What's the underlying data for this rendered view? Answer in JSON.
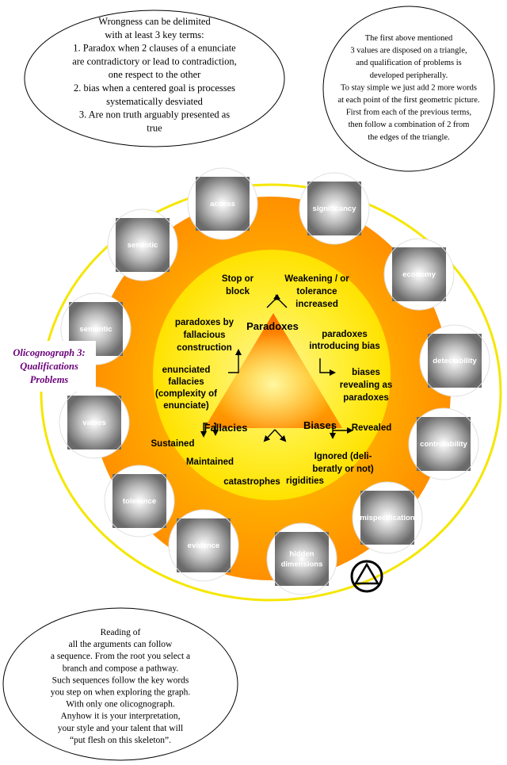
{
  "top_left_note": [
    "Wrongness can be delimited",
    "with at least 3 key terms:",
    "1. Paradox when 2 clauses of a enunciate",
    "are contradictory or lead to contradiction,",
    "one respect  to the other",
    "2. bias when a centered goal is processes",
    "systematically desviated",
    "3. Are non truth arguably presented as",
    "true"
  ],
  "top_right_note": [
    "The first above mentioned",
    "3 values are disposed on a triangle,",
    "and qualification of problems is",
    "developed peripherally.",
    "To stay simple we just add 2 more words",
    "at each point of the first geometric picture.",
    "First from each of the previous terms,",
    "then follow a combination of 2 from",
    "the edges of the triangle."
  ],
  "bottom_note": [
    "Reading of",
    "all the arguments  can follow",
    "a sequence. From the root you select a",
    "branch and compose a pathway.",
    "Such sequences follow the key words",
    "you step on when exploring the graph.",
    "With only one olicognograph.",
    "Anyhow it is your interpretation,",
    "your style and your talent that will",
    "“put flesh on this skeleton”."
  ],
  "caption": [
    "Olicognograph 3:",
    "Qualifications",
    "Problems"
  ],
  "outer_nodes": [
    [
      "access"
    ],
    [
      "significancy"
    ],
    [
      "economy"
    ],
    [
      "detectability"
    ],
    [
      "controlability"
    ],
    [
      "mispecification"
    ],
    [
      "hidden",
      "dimensions"
    ],
    [
      "evidence"
    ],
    [
      "tolerance"
    ],
    [
      "values"
    ],
    [
      "semantic"
    ],
    [
      "semiotic"
    ]
  ],
  "vertices": {
    "top": "Paradoxes",
    "left": "Fallacies",
    "right": "Biases"
  },
  "inner_labels": {
    "stop_or_block": [
      "Stop or",
      "block"
    ],
    "weakening": [
      "Weakening / or",
      "tolerance",
      "increased"
    ],
    "paradoxes_by_fallacious": [
      "paradoxes by",
      "fallacious",
      "construction"
    ],
    "paradoxes_introducing_bias": [
      "paradoxes",
      "introducing bias"
    ],
    "enunciated_fallacies": [
      "enunciated",
      "fallacies",
      "(complexity of",
      "enunciate)"
    ],
    "biases_revealing": [
      "biases",
      "revealing as",
      "paradoxes"
    ],
    "sustained": [
      "Sustained"
    ],
    "maintained": [
      "Maintained"
    ],
    "revealed": [
      "Revealed"
    ],
    "ignored": [
      "Ignored (deli-",
      "beratly or not)"
    ],
    "catastrophes": [
      "catastrophes"
    ],
    "rigidities": [
      "rigidities"
    ]
  },
  "colors": {
    "outer_ring_outline": "#f5e600",
    "orange": "#ff9a00",
    "inner_yellow": "#ffee00",
    "caption_purple": "#6b007a"
  }
}
